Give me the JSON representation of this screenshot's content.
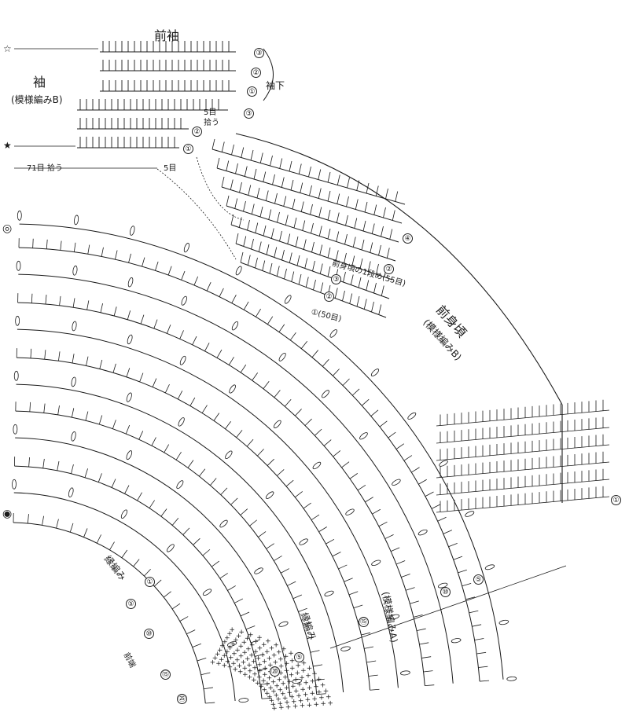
{
  "labels": {
    "front_sleeve": "前袖",
    "sleeve": "袖",
    "sleeve_pattern": "(模様編みB)",
    "underarm": "袖下",
    "front_body": "前身頃",
    "front_body_pattern": "(模様編みB)",
    "pick_71": "71目 拾う",
    "pick_5a": "5目",
    "pick_5a_sub": "拾う",
    "pick_5b": "5目",
    "first_row_note": "前身頃の1段め(55目)",
    "fifty_stitches": "①(50目)",
    "edge_knit_1": "縁編み",
    "edge_knit_2": "縁編み",
    "front_edge": "前端",
    "body_pattern_a": "(模様編みA)"
  },
  "markers": {
    "star_open": "☆",
    "star_filled": "★",
    "double_circle_top": "◎",
    "double_circle_bottom": "◉"
  },
  "row_numbers": {
    "sleeve_right": [
      "③",
      "②",
      "①"
    ],
    "sleeve_lower": [
      "③",
      "②",
      "①"
    ],
    "body_rows": [
      "④",
      "②",
      "③",
      "②",
      "①"
    ],
    "edge_bottom": [
      "⑤",
      "⑩",
      "⑤",
      "⑮",
      "⑳",
      "㉕"
    ],
    "body_bottom": [
      "①",
      "⑤",
      "⑩",
      "⑮",
      "①"
    ]
  }
}
